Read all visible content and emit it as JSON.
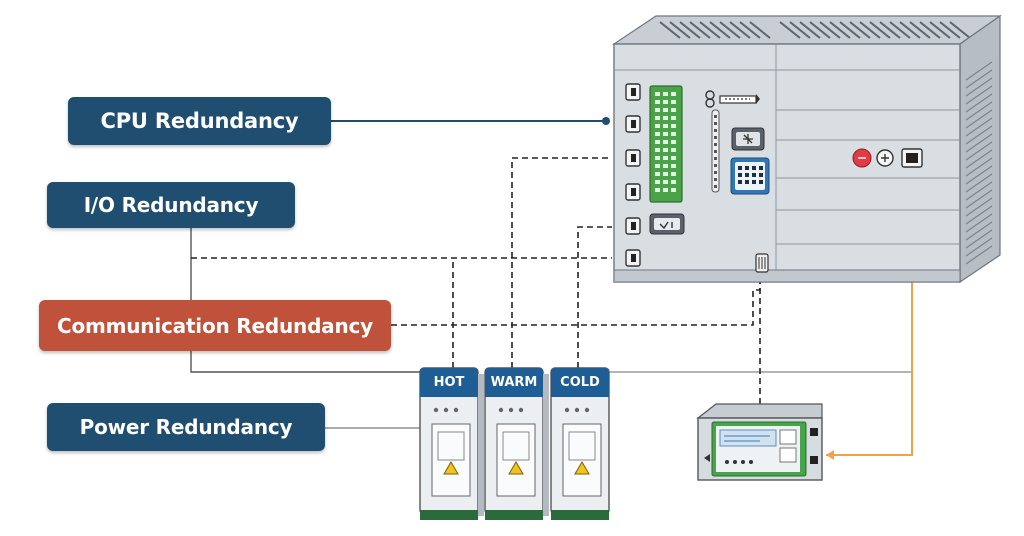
{
  "labels": {
    "cpu": "CPU  Redundancy",
    "io": "I/O Redundancy",
    "communication": "Communication Redundancy",
    "power": "Power Redundancy"
  },
  "power_supplies": {
    "hot": "HOT",
    "warm": "WARM",
    "cold": "COLD"
  },
  "colors": {
    "label_blue": "#1f4e71",
    "label_orange": "#c0513a",
    "ps_header_blue": "#1f5d95",
    "cabinet_gray": "#d9dee3",
    "orange_wire": "#f0a24a",
    "green_accent": "#46a548",
    "status_red": "#e23b45"
  },
  "icons": {
    "warning": "warning-triangle-icon",
    "plus": "plus-icon",
    "fan": "fan-icon"
  }
}
